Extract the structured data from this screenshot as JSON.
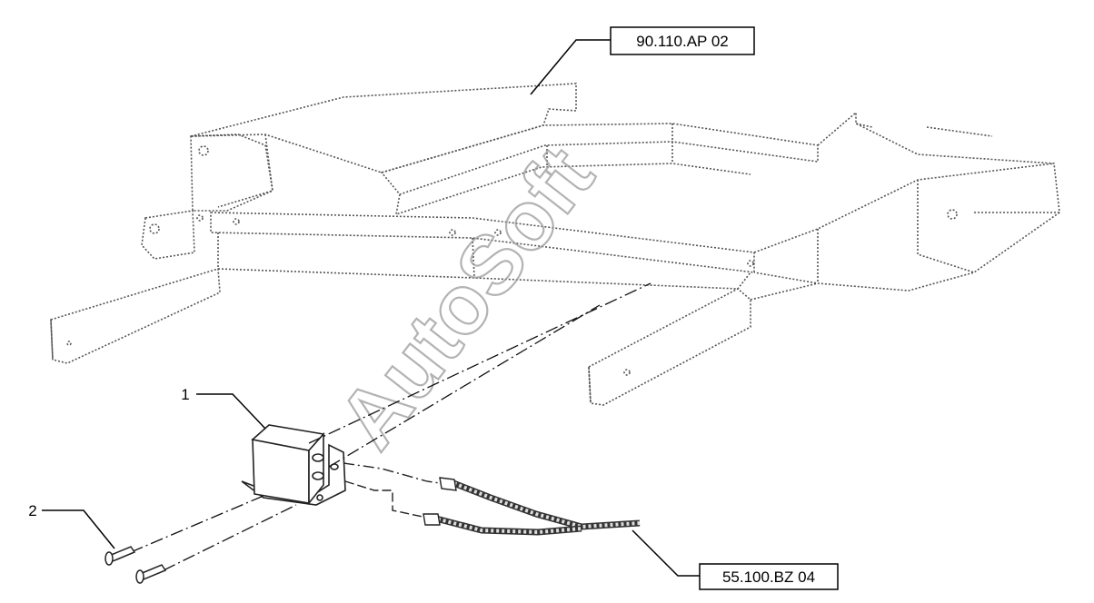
{
  "references": {
    "top": "90.110.AP 02",
    "bottom": "55.100.BZ 04"
  },
  "callouts": {
    "item_1": "1",
    "item_2": "2"
  },
  "watermark": "AutoSoft",
  "colors": {
    "line": "#000000",
    "dotted_frame": "#555555",
    "watermark": "#9a9a9a",
    "background": "#ffffff"
  }
}
